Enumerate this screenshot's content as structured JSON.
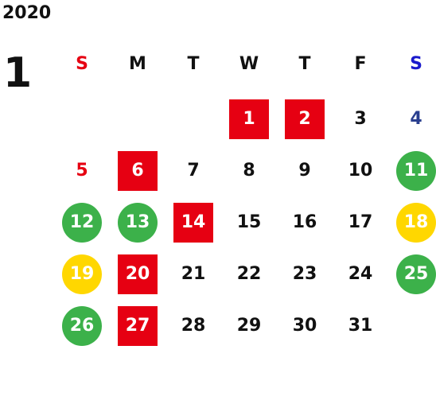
{
  "calendar": {
    "year": "2020",
    "month": "1",
    "weekdays": [
      {
        "label": "S",
        "color": "#e60012"
      },
      {
        "label": "M",
        "color": "#111111"
      },
      {
        "label": "T",
        "color": "#111111"
      },
      {
        "label": "W",
        "color": "#111111"
      },
      {
        "label": "T",
        "color": "#111111"
      },
      {
        "label": "F",
        "color": "#111111"
      },
      {
        "label": "S",
        "color": "#1a1acc"
      }
    ],
    "legend_colors": {
      "red_box": "#e60012",
      "green_circle": "#3cb14a",
      "yellow_circle": "#ffd700",
      "sunday_text": "#e60012",
      "saturday_text": "#2a3f8f"
    },
    "days": [
      {
        "day": "1",
        "style": "red-box"
      },
      {
        "day": "2",
        "style": "red-box"
      },
      {
        "day": "3",
        "style": "plain"
      },
      {
        "day": "4",
        "style": "saturday"
      },
      {
        "day": "5",
        "style": "sunday"
      },
      {
        "day": "6",
        "style": "red-box"
      },
      {
        "day": "7",
        "style": "plain"
      },
      {
        "day": "8",
        "style": "plain"
      },
      {
        "day": "9",
        "style": "plain"
      },
      {
        "day": "10",
        "style": "plain"
      },
      {
        "day": "11",
        "style": "green-circle"
      },
      {
        "day": "12",
        "style": "green-circle"
      },
      {
        "day": "13",
        "style": "green-circle"
      },
      {
        "day": "14",
        "style": "red-box"
      },
      {
        "day": "15",
        "style": "plain"
      },
      {
        "day": "16",
        "style": "plain"
      },
      {
        "day": "17",
        "style": "plain"
      },
      {
        "day": "18",
        "style": "yellow-circle"
      },
      {
        "day": "19",
        "style": "yellow-circle"
      },
      {
        "day": "20",
        "style": "red-box"
      },
      {
        "day": "21",
        "style": "plain"
      },
      {
        "day": "22",
        "style": "plain"
      },
      {
        "day": "23",
        "style": "plain"
      },
      {
        "day": "24",
        "style": "plain"
      },
      {
        "day": "25",
        "style": "green-circle"
      },
      {
        "day": "26",
        "style": "green-circle"
      },
      {
        "day": "27",
        "style": "red-box"
      },
      {
        "day": "28",
        "style": "plain"
      },
      {
        "day": "29",
        "style": "plain"
      },
      {
        "day": "30",
        "style": "plain"
      },
      {
        "day": "31",
        "style": "plain"
      }
    ]
  }
}
